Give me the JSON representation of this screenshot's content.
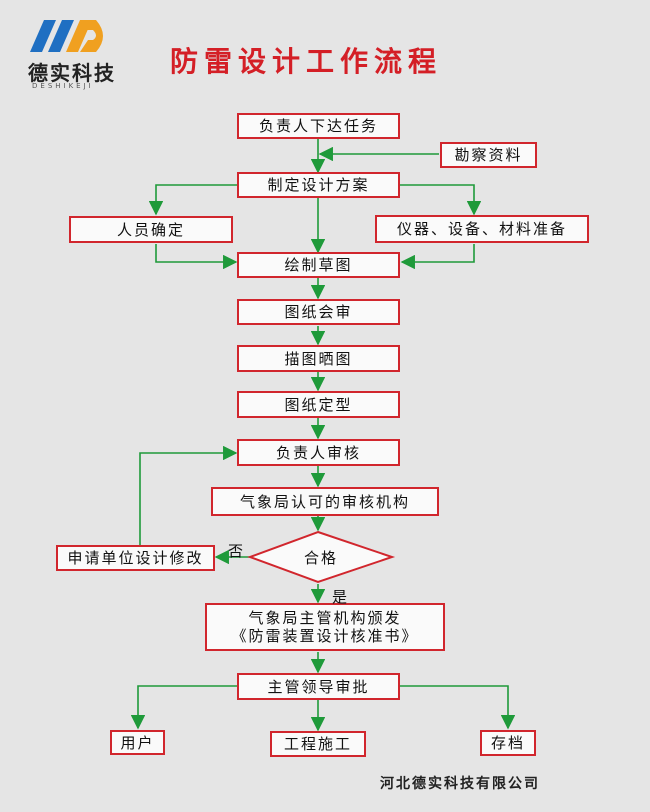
{
  "header": {
    "brand_name": "德实科技",
    "brand_sub": "DESHIKEJI",
    "title": "防雷设计工作流程"
  },
  "nodes": {
    "assign": "负责人下达任务",
    "survey": "勘察资料",
    "plan": "制定设计方案",
    "staff": "人员确定",
    "equipment": "仪器、设备、材料准备",
    "draft": "绘制草图",
    "review": "图纸会审",
    "trace": "描图晒图",
    "finalize": "图纸定型",
    "lead_review": "负责人审核",
    "agency": "气象局认可的审核机构",
    "qualified": "合格",
    "revise": "申请单位设计修改",
    "issue_line1": "气象局主管机构颁发",
    "issue_line2": "《防雷装置设计核准书》",
    "approve": "主管领导审批",
    "user": "用户",
    "construction": "工程施工",
    "archive": "存档"
  },
  "labels": {
    "no": "否",
    "yes": "是"
  },
  "footer": {
    "company": "河北德实科技有限公司"
  },
  "colors": {
    "box_border": "#d1262d",
    "arrow": "#1f9a3a",
    "title": "#d41f26"
  }
}
